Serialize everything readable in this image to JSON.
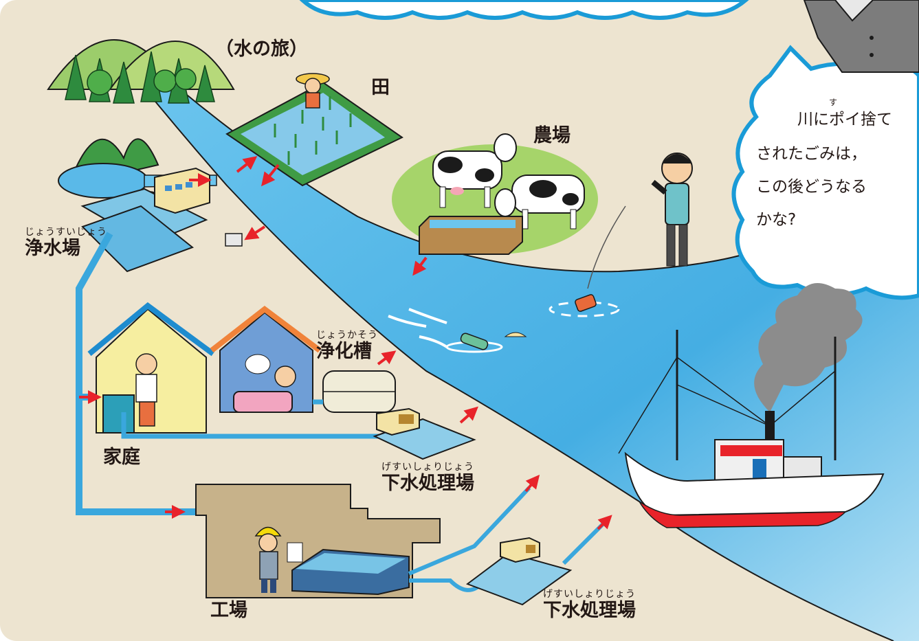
{
  "labels": {
    "title": "（水の旅）",
    "rice_field": "田",
    "farm": "農場",
    "water_plant_ruby": "じょうすいじょう",
    "water_plant": "浄水場",
    "septic_ruby": "じょうかそう",
    "septic": "浄化槽",
    "home": "家庭",
    "sewage1_ruby": "げすいしょりじょう",
    "sewage1": "下水処理場",
    "factory": "工場",
    "sewage2_ruby": "げすいしょりじょう",
    "sewage2": "下水処理場"
  },
  "bubble": {
    "line1": "川にポイ捨て",
    "line1_ruby": "す",
    "line2": "されたごみは，",
    "line3": "この後どうなる",
    "line4": "かな?"
  },
  "colors": {
    "background": "#ede4d0",
    "river": "#4fb6e6",
    "pipe": "#3aa7dd",
    "arrow": "#e8232a",
    "forest": "#2e8b3e",
    "grass": "#a6d46a",
    "factory": "#c7b28a"
  }
}
